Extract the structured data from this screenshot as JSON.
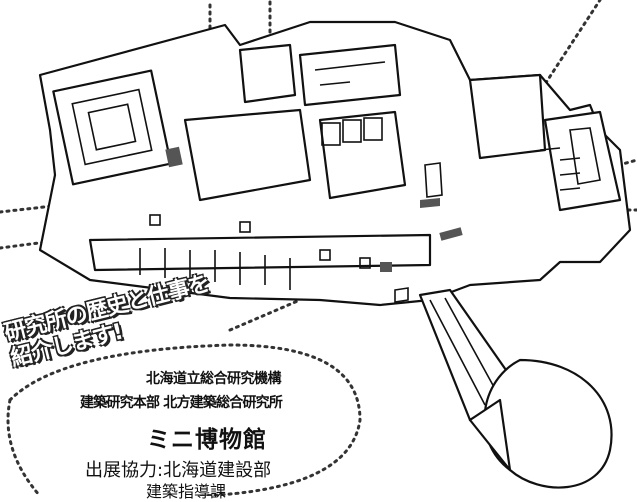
{
  "banner": {
    "line1": "研究所の歴史と仕事を",
    "line2": "紹介します!"
  },
  "organization": {
    "line1": "北海道立総合研究機構",
    "line2": "建築研究本部 北方建築総合研究所"
  },
  "title": "ミニ博物館",
  "cooperation": {
    "line1": "出展協力:北海道建設部",
    "line2": "建築指導課"
  }
}
